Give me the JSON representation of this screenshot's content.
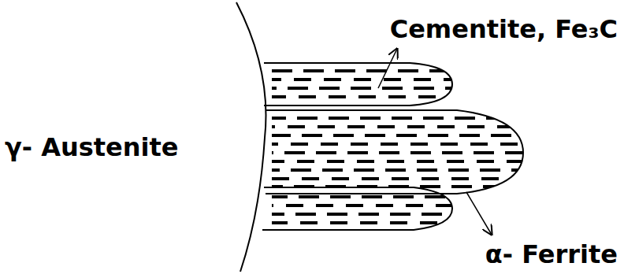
{
  "diagram": {
    "labels": [
      "γ- Austenite",
      "Cementite, Fe₃C",
      "α- Ferrite"
    ]
  }
}
